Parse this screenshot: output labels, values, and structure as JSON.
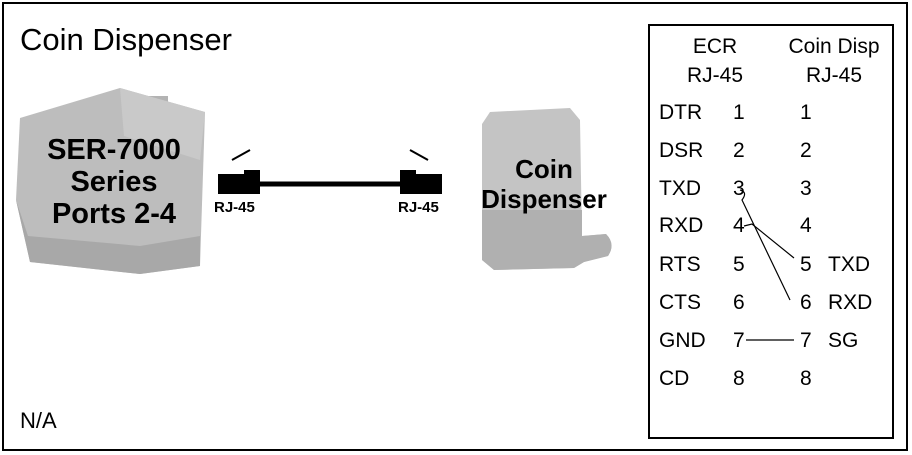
{
  "title": "Coin Dispenser",
  "footer_note": "N/A",
  "register": {
    "label_lines": [
      "SER-7000",
      "Series",
      "Ports 2-4"
    ]
  },
  "cable": {
    "left_connector_label": "RJ-45",
    "right_connector_label": "RJ-45"
  },
  "dispenser": {
    "label_lines": [
      "Coin",
      "Dispenser"
    ]
  },
  "pinout": {
    "left_header": [
      "ECR",
      "RJ-45"
    ],
    "right_header": [
      "Coin Disp",
      "RJ-45"
    ],
    "rows": [
      {
        "signal": "DTR",
        "left_pin": "1",
        "right_pin": "1",
        "right_signal": ""
      },
      {
        "signal": "DSR",
        "left_pin": "2",
        "right_pin": "2",
        "right_signal": ""
      },
      {
        "signal": "TXD",
        "left_pin": "3",
        "right_pin": "3",
        "right_signal": ""
      },
      {
        "signal": "RXD",
        "left_pin": "4",
        "right_pin": "4",
        "right_signal": ""
      },
      {
        "signal": "RTS",
        "left_pin": "5",
        "right_pin": "5",
        "right_signal": "TXD"
      },
      {
        "signal": "CTS",
        "left_pin": "6",
        "right_pin": "6",
        "right_signal": "RXD"
      },
      {
        "signal": "GND",
        "left_pin": "7",
        "right_pin": "7",
        "right_signal": "SG"
      },
      {
        "signal": "CD",
        "left_pin": "8",
        "right_pin": "8",
        "right_signal": ""
      }
    ],
    "wires": [
      {
        "from_left_pin": "3",
        "to_right_pin": "6"
      },
      {
        "from_left_pin": "4",
        "to_right_pin": "5"
      },
      {
        "from_left_pin": "7",
        "to_right_pin": "7"
      }
    ]
  }
}
